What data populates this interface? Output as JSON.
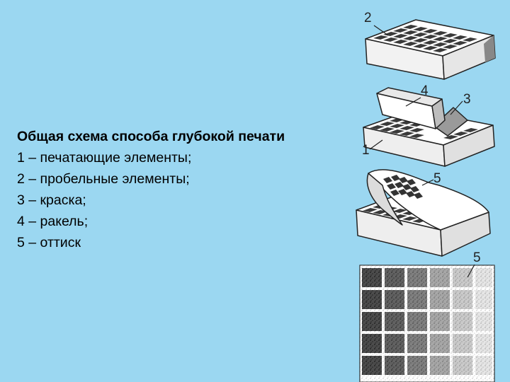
{
  "legend": {
    "title": "Общая схема способа глубокой печати",
    "items": [
      "1 – печатающие элементы;",
      "2 – пробельные элементы;",
      "3 – краска;",
      "4 – ракель;",
      "5 – оттиск"
    ]
  },
  "figure_labels": {
    "l2": "2",
    "l4": "4",
    "l3": "3",
    "l1": "1",
    "l5a": "5",
    "l5b": "5"
  },
  "colors": {
    "background": "#9bd7f1",
    "paper": "#ffffff",
    "line": "#222222"
  }
}
